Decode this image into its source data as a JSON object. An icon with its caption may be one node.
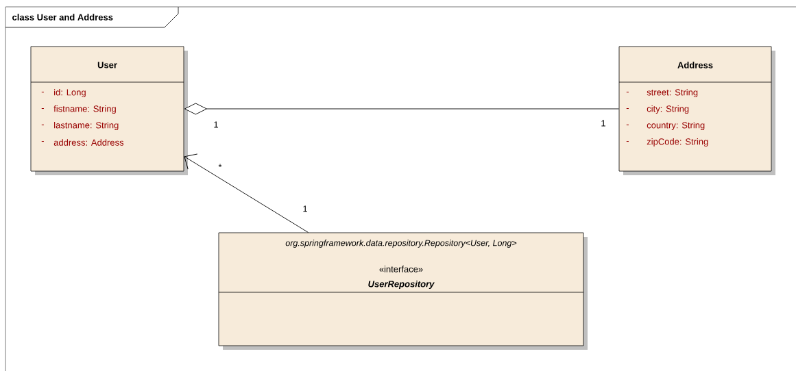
{
  "diagram": {
    "title": "class User and Address",
    "nodes": [
      {
        "text": [
          "User",
          "-",
          "id: Long",
          "-",
          "fistname: String",
          "-",
          "lastname: String",
          "-",
          "address: Address"
        ]
      },
      {
        "text": [
          "Address",
          "-",
          "street: String",
          "-",
          "city: String",
          "-",
          "country: String",
          "-",
          "zipCode: String"
        ]
      },
      {
        "text": [
          "org.springframework.data.repository.Repository<User, Long>",
          "«interface»",
          "UserRepository"
        ]
      }
    ],
    "edges": [
      {
        "from": 1,
        "to": 0,
        "arrow": "other"
      },
      {
        "from": 2,
        "to": 0,
        "arrow": "to"
      }
    ],
    "labels": [
      "1",
      "1",
      "*",
      "1"
    ]
  }
}
